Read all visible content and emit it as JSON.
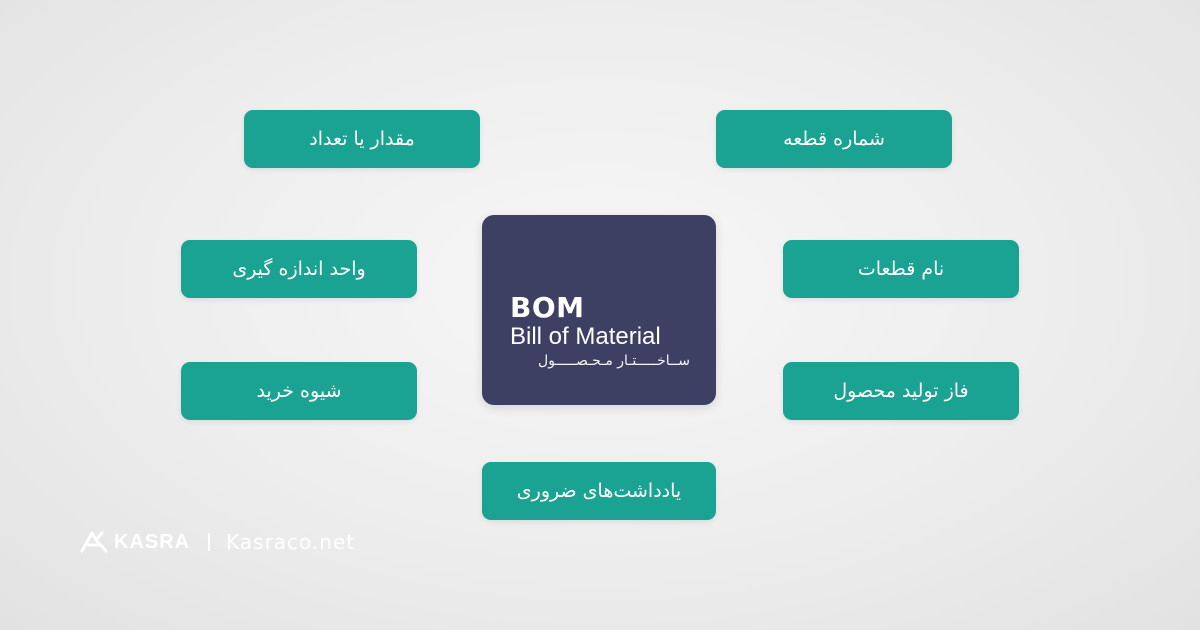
{
  "center": {
    "code": "BOM",
    "name": "Bill of Material",
    "name_fa": "ســاخـــــتـار مـحـصـــــول"
  },
  "attributes": [
    "مقدار یا تعداد",
    "شماره قطعه",
    "واحد اندازه گیری",
    "نام قطعات",
    "شیوه خرید",
    "فاز تولید محصول",
    "یادداشت‌های ضروری"
  ],
  "footer": {
    "brand": "KASRA",
    "website": "Kasraco.net"
  },
  "colors": {
    "pill": "#1aa392",
    "center": "#3d3f63",
    "background": "#ededed"
  }
}
